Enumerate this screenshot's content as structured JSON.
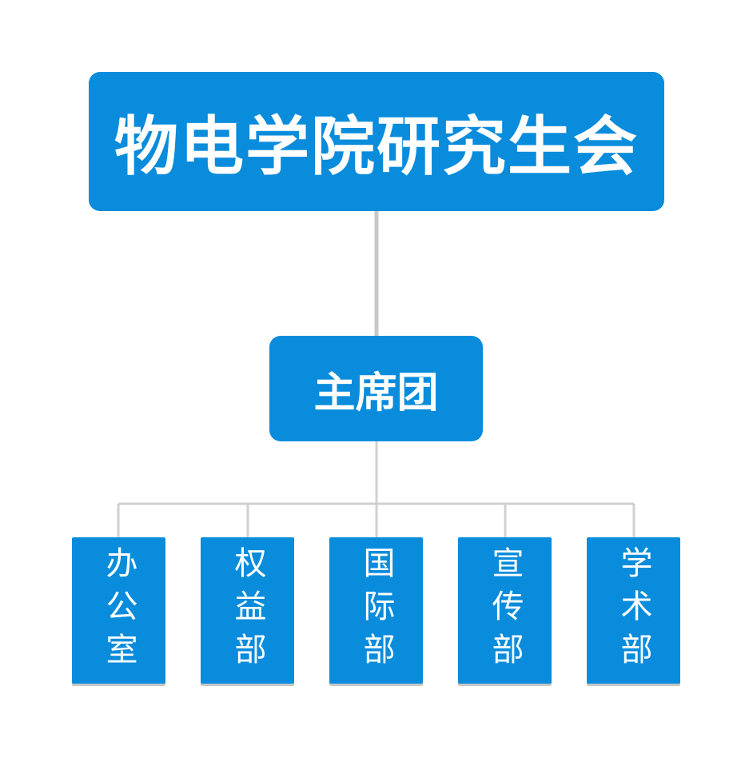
{
  "chart": {
    "root": {
      "label": "物电学院研究生会"
    },
    "presidium": {
      "label": "主席团"
    },
    "departments": [
      {
        "label": "办公室"
      },
      {
        "label": "权益部"
      },
      {
        "label": "国际部"
      },
      {
        "label": "宣传部"
      },
      {
        "label": "学术部"
      }
    ]
  },
  "colors": {
    "node_fill": "#0a8cdc",
    "node_text": "#ffffff",
    "connector": "#c8c8c8"
  }
}
